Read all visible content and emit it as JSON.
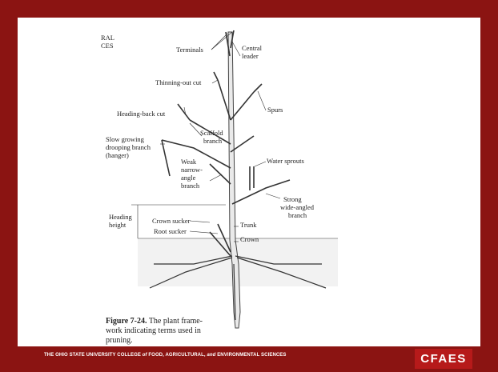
{
  "header_fragment": [
    "RAL",
    "CES"
  ],
  "labels": {
    "terminals": "Terminals",
    "central_leader": [
      "Central",
      "leader"
    ],
    "thinning_out_cut": "Thinning-out cut",
    "spurs": "Spurs",
    "heading_back_cut": "Heading-back cut",
    "scaffold_branch": [
      "Scaffold",
      "branch"
    ],
    "slow_growing": [
      "Slow growing",
      "drooping branch",
      "(hanger)"
    ],
    "weak_branch": [
      "Weak",
      "narrow-",
      "angle",
      "branch"
    ],
    "water_sprouts": "Water sprouts",
    "strong_branch": [
      "Strong",
      "wide-angled",
      "branch"
    ],
    "heading_height": [
      "Heading",
      "height"
    ],
    "crown_sucker": "Crown sucker",
    "trunk": "Trunk",
    "root_sucker": "Root sucker",
    "crown": "Crown"
  },
  "caption": {
    "figure": "Figure 7-24.",
    "text_lines": [
      "The plant frame-",
      "work indicating terms used in",
      "pruning."
    ]
  },
  "footer": {
    "text_a": "THE OHIO STATE UNIVERSITY COLLEGE",
    "text_b": "of",
    "text_c": "FOOD, AGRICULTURAL,",
    "text_d": "and",
    "text_e": "ENVIRONMENTAL SCIENCES",
    "logo": "CFAES"
  },
  "colors": {
    "frame": "#8b1412",
    "logo_bg": "#b61a1a"
  }
}
